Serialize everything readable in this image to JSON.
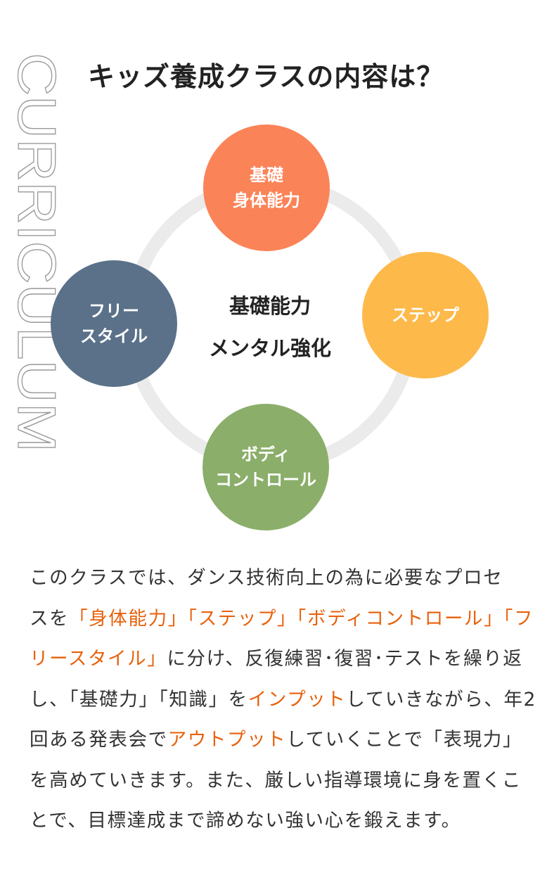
{
  "side_label": "CURRICULUM",
  "title": "キッズ養成クラスの内容は？",
  "diagram": {
    "center": [
      "基礎能力",
      "メンタル強化"
    ],
    "nodes": [
      {
        "lines": [
          "基礎",
          "身体能力"
        ],
        "color": "#fb8358"
      },
      {
        "lines": [
          "ステップ"
        ],
        "color": "#fdb94a"
      },
      {
        "lines": [
          "ボディ",
          "コントロール"
        ],
        "color": "#8bae6a"
      },
      {
        "lines": [
          "フリー",
          "スタイル"
        ],
        "color": "#5a7189"
      }
    ],
    "ring_color": "#ebebeb"
  },
  "description": {
    "lines": [
      [
        {
          "t": "このクラスでは、ダンス技術向上の為に必要なプロセ"
        }
      ],
      [
        {
          "t": "スを"
        },
        {
          "t": "「身体能力」「ステップ」「ボディコントロール」「フ",
          "hl": true
        }
      ],
      [
        {
          "t": "リースタイル」",
          "hl": true
        },
        {
          "t": "に分け、反復練習･復習･テストを繰り返"
        }
      ],
      [
        {
          "t": "し、「基礎力」「知識」を"
        },
        {
          "t": "インプット",
          "hl": true
        },
        {
          "t": "していきながら、年2"
        }
      ],
      [
        {
          "t": "回ある発表会で"
        },
        {
          "t": "アウトプット",
          "hl": true
        },
        {
          "t": "していくことで「表現力」"
        }
      ],
      [
        {
          "t": "を高めていきます。また、厳しい指導環境に身を置くこ"
        }
      ],
      [
        {
          "t": "とで、目標達成まで諦めない強い心を鍛えます。"
        }
      ]
    ],
    "highlight_color": "#e8610a"
  }
}
